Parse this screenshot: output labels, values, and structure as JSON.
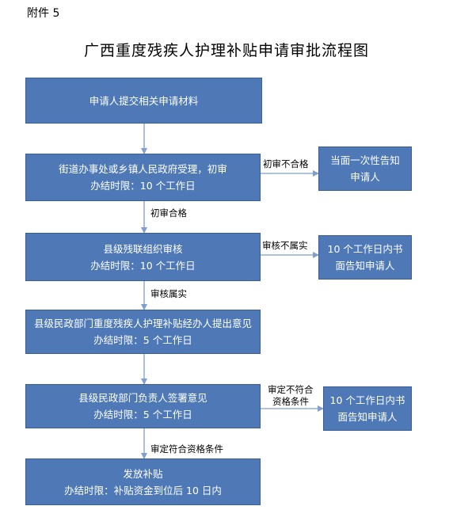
{
  "attachment_label": "附件 5",
  "title": "广西重度残疾人护理补贴申请审批流程图",
  "steps": [
    {
      "line1": "申请人提交相关申请材料",
      "line2": ""
    },
    {
      "line1": "街道办事处或乡镇人民政府受理，初审",
      "line2": "办结时限：10 个工作日"
    },
    {
      "line1": "县级残联组织审核",
      "line2": "办结时限：10 个工作日"
    },
    {
      "line1": "县级民政部门重度残疾人护理补贴经办人提出意见",
      "line2": "办结时限：5 个工作日"
    },
    {
      "line1": "县级民政部门负责人签署意见",
      "line2": "办结时限：5 个工作日"
    },
    {
      "line1": "发放补贴",
      "line2": "办结时限：补贴资金到位后 10 日内"
    }
  ],
  "side_results": [
    {
      "line1": "当面一次性告知",
      "line2": "申请人"
    },
    {
      "line1": "10 个工作日内书",
      "line2": "面告知申请人"
    },
    {
      "line1": "10 个工作日内书",
      "line2": "面告知申请人"
    }
  ],
  "flow_labels": {
    "initial_pass": "初审合格",
    "review_true": "审核属实",
    "determined_eligible": "审定符合资格条件"
  },
  "branch_labels": {
    "initial_fail": "初审不合格",
    "review_false": "审核不属实",
    "not_eligible_line1": "审定不符合",
    "not_eligible_line2": "资格条件"
  },
  "colors": {
    "box_fill": "#4e79b6",
    "box_text": "#ffffff",
    "arrow": "#7e9fcf"
  }
}
